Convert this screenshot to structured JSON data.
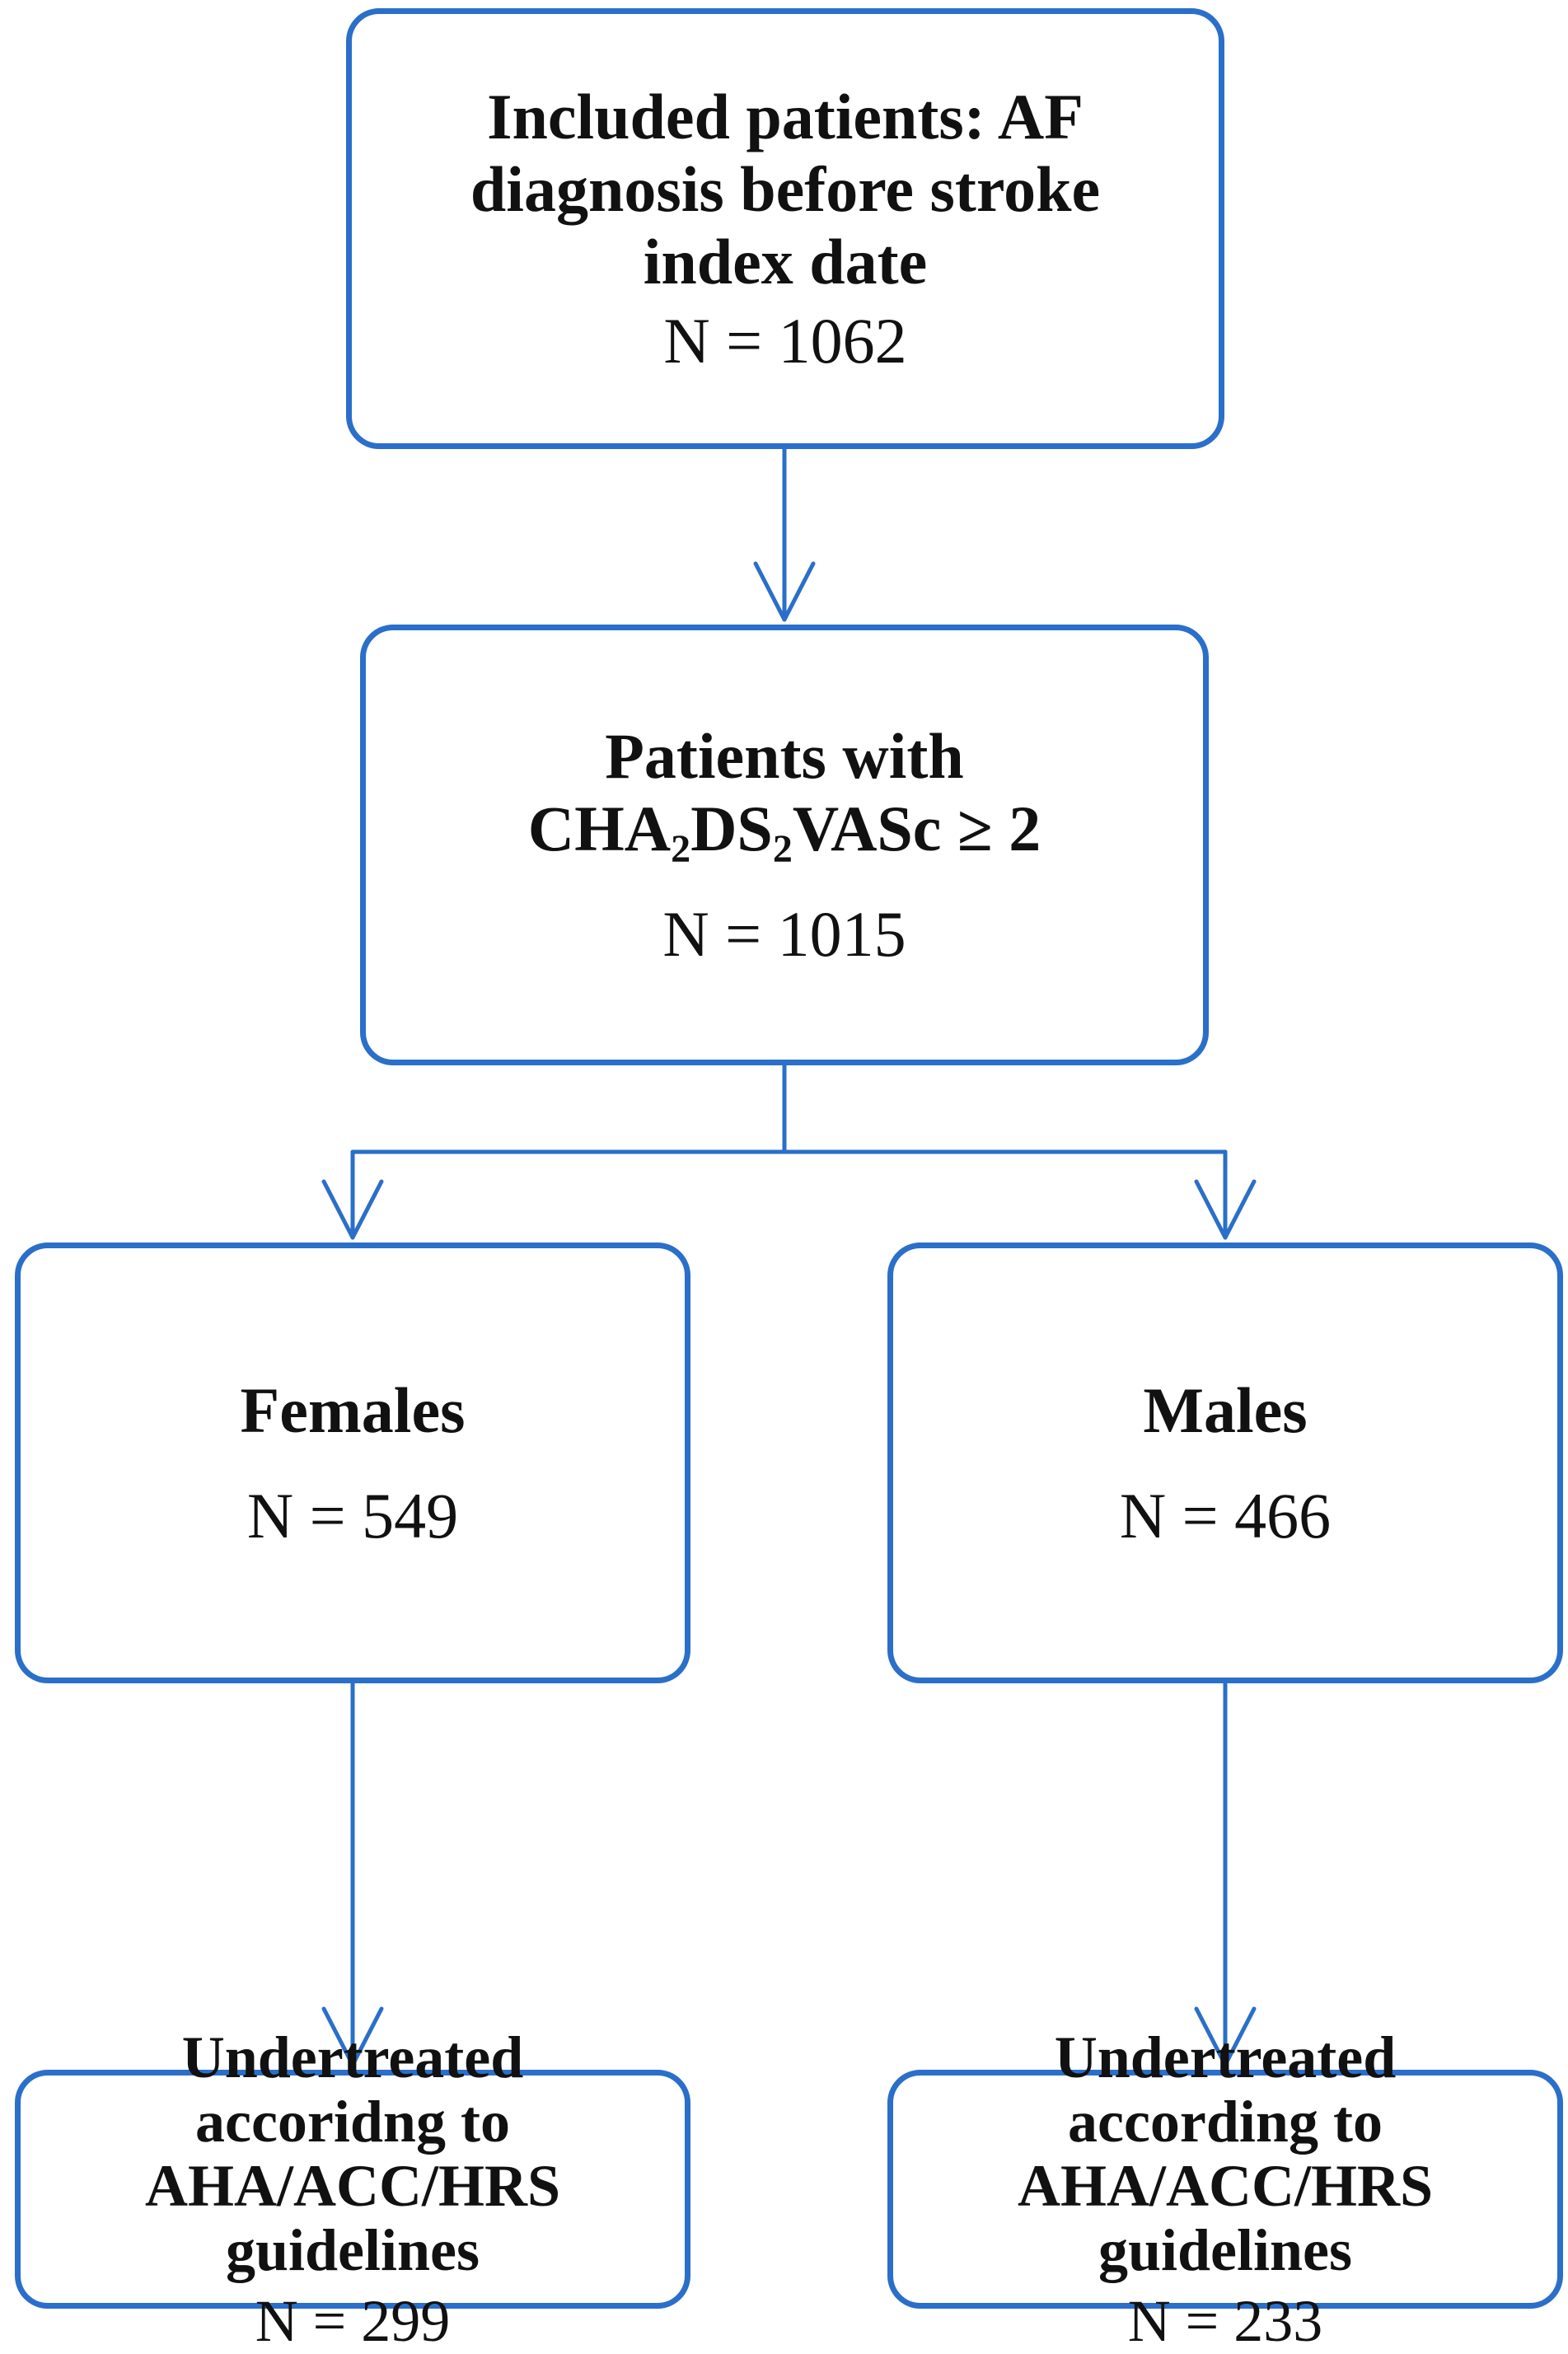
{
  "colors": {
    "border": "#2a6fc9",
    "connector": "#2a6fc9",
    "text": "#111111",
    "background": "#ffffff"
  },
  "nodes": {
    "included": {
      "title": "Included patients: AF\ndiagnosis before stroke\nindex date",
      "count": "N = 1062"
    },
    "cha": {
      "title_prefix": "Patients with\nCHA",
      "sub1": "2",
      "title_mid": "DS",
      "sub2": "2",
      "title_suffix": "VASc ≥ 2",
      "count": "N = 1015"
    },
    "females": {
      "title": "Females",
      "count": "N = 549"
    },
    "males": {
      "title": "Males",
      "count": "N = 466"
    },
    "undertreated_females": {
      "title": "Undertreated\naccoridng to\nAHA/ACC/HRS\nguidelines",
      "count": "N = 299"
    },
    "undertreated_males": {
      "title": "Undertreated\naccording to\nAHA/ACC/HRS\nguidelines",
      "count": "N = 233"
    }
  },
  "edges": [
    {
      "from": "included",
      "to": "cha"
    },
    {
      "from": "cha",
      "to": "females"
    },
    {
      "from": "cha",
      "to": "males"
    },
    {
      "from": "females",
      "to": "undertreated_females"
    },
    {
      "from": "males",
      "to": "undertreated_males"
    }
  ]
}
